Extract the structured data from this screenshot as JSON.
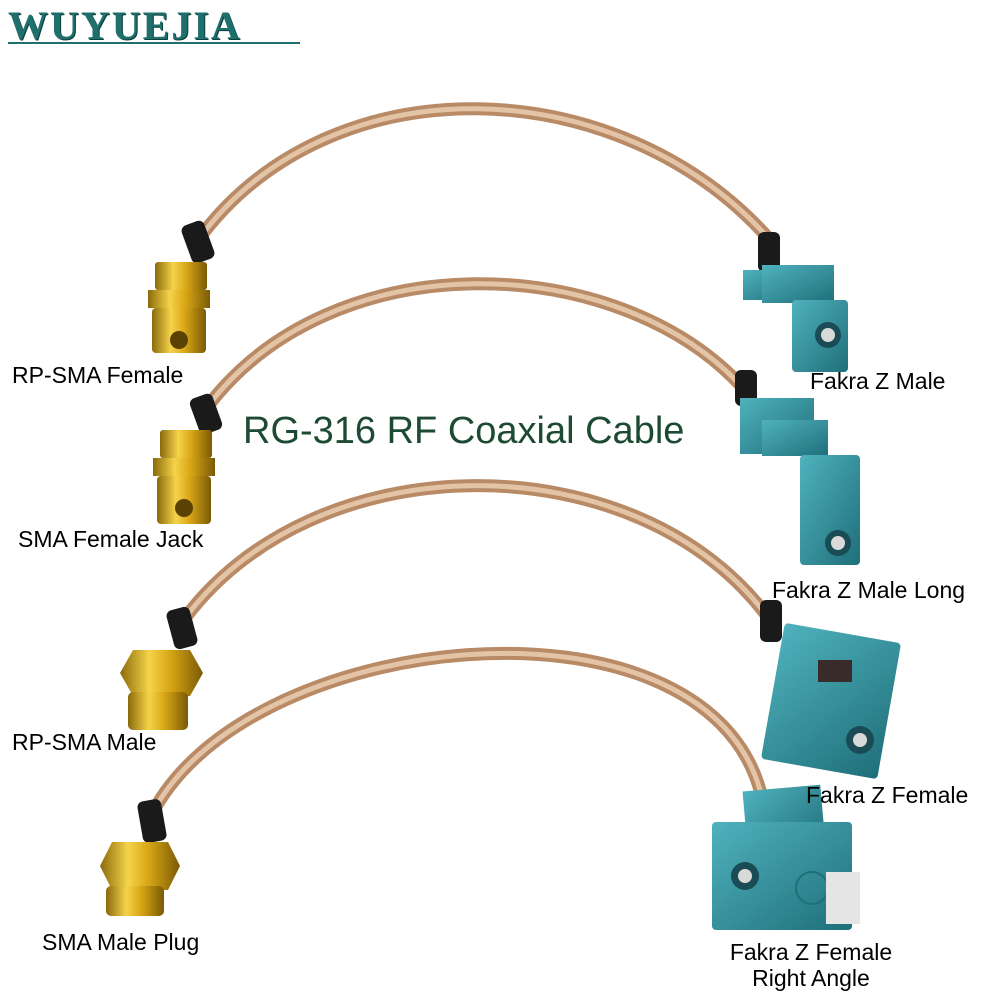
{
  "brand": "WUYUEJIA",
  "title": "RG-316 RF Coaxial Cable",
  "colors": {
    "brand": "#1f6f6c",
    "cable": "#c9a07e",
    "gold": "#e0b21f",
    "teal": "#2f8f9c",
    "title": "#1d4a33"
  },
  "cables": [
    {
      "left_label": "RP-SMA Female",
      "right_label": "Fakra Z Male",
      "left_icon": "rp-sma-female-connector-icon",
      "right_icon": "fakra-z-male-connector-icon"
    },
    {
      "left_label": "SMA Female Jack",
      "right_label": "Fakra Z Male Long",
      "left_icon": "sma-female-jack-connector-icon",
      "right_icon": "fakra-z-male-long-connector-icon"
    },
    {
      "left_label": "RP-SMA Male",
      "right_label": "Fakra Z Female",
      "left_icon": "rp-sma-male-connector-icon",
      "right_icon": "fakra-z-female-connector-icon"
    },
    {
      "left_label": "SMA Male Plug",
      "right_label_line1": "Fakra Z Female",
      "right_label_line2": "Right Angle",
      "left_icon": "sma-male-plug-connector-icon",
      "right_icon": "fakra-z-female-right-angle-connector-icon"
    }
  ]
}
